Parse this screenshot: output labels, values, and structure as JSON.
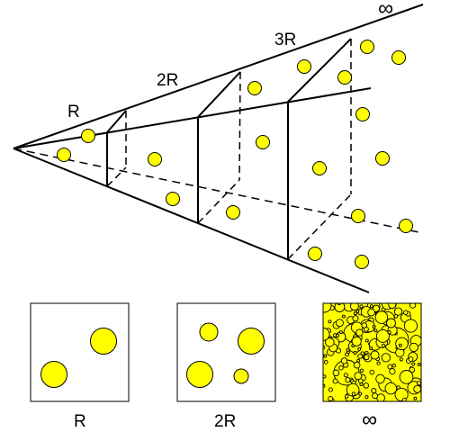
{
  "labels": {
    "cone_r": "R",
    "cone_2r": "2R",
    "cone_3r": "3R",
    "cone_inf": "∞",
    "panel_r": "R",
    "panel_2r": "2R",
    "panel_inf": "∞"
  },
  "colors": {
    "star_fill": "#ffff00",
    "line": "#000000",
    "background": "#ffffff"
  },
  "icons": {
    "star": "yellow-circle-star"
  }
}
